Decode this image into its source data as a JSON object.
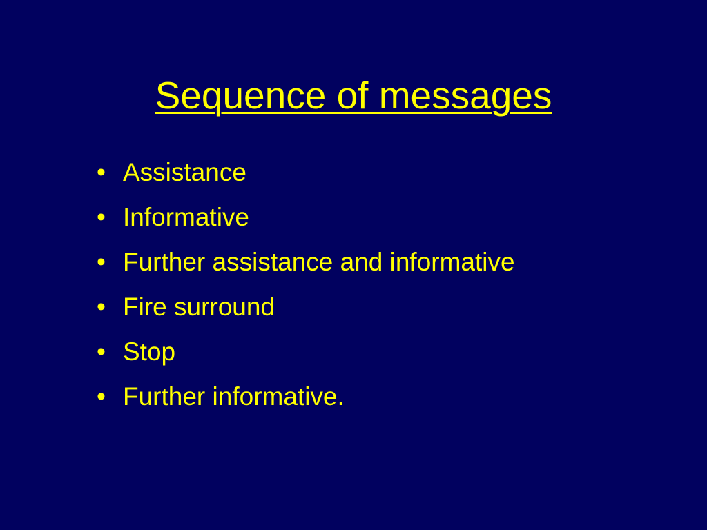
{
  "slide": {
    "title": "Sequence of messages",
    "bullet_glyph": "•",
    "items": [
      "Assistance",
      "Informative",
      "Further assistance and informative",
      "Fire surround",
      "Stop",
      "Further informative."
    ]
  },
  "colors": {
    "background": "#01015f",
    "text": "#ffff00"
  }
}
